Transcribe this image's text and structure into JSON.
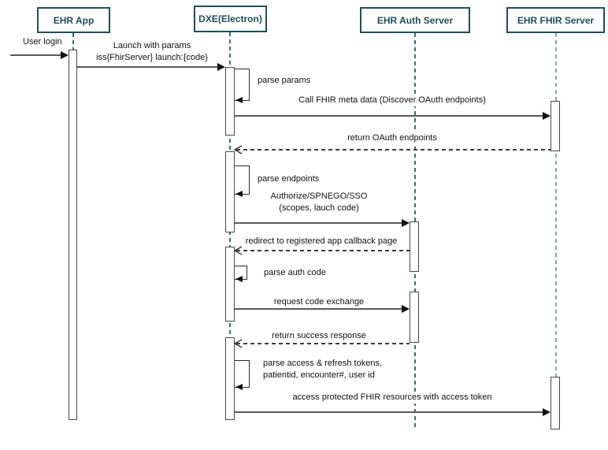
{
  "participants": {
    "ehr_app": "EHR App",
    "dxe": "DXE(Electron)",
    "auth": "EHR Auth Server",
    "fhir": "EHR FHIR Server"
  },
  "messages": {
    "user_login": "User login",
    "launch_line1": "Launch with params",
    "launch_line2": "iss{FhirServer} launch:{code}",
    "parse_params": "parse params",
    "call_fhir_meta": "Call FHIR meta data (Discover OAuth endpoints)",
    "return_oauth": "return OAuth endpoints",
    "parse_endpoints": "parse endpoints",
    "authorize_line1": "Authorize/SPNEGO/SSO",
    "authorize_line2": "(scopes, lauch code)",
    "redirect": "redirect to registered app callback page",
    "parse_auth_code": "parse auth code",
    "request_code_exchange": "request code exchange",
    "return_success": "return success response",
    "parse_tokens_line1": "parse access & refresh tokens,",
    "parse_tokens_line2": "patientid, encounter#, user id",
    "access_protected": "access protected FHIR resources with access token"
  },
  "colors": {
    "participant_border": "#1f4e58",
    "participant_text": "#1f4e58",
    "lifeline": "#34707e",
    "lifeline_fhir": "#8aa4a8",
    "solid_arrow": "#5a5a5a",
    "dashed_arrow": "#3c3c3c",
    "arrowhead": "#111111",
    "label_text": "#111111",
    "background": "#ffffff"
  }
}
